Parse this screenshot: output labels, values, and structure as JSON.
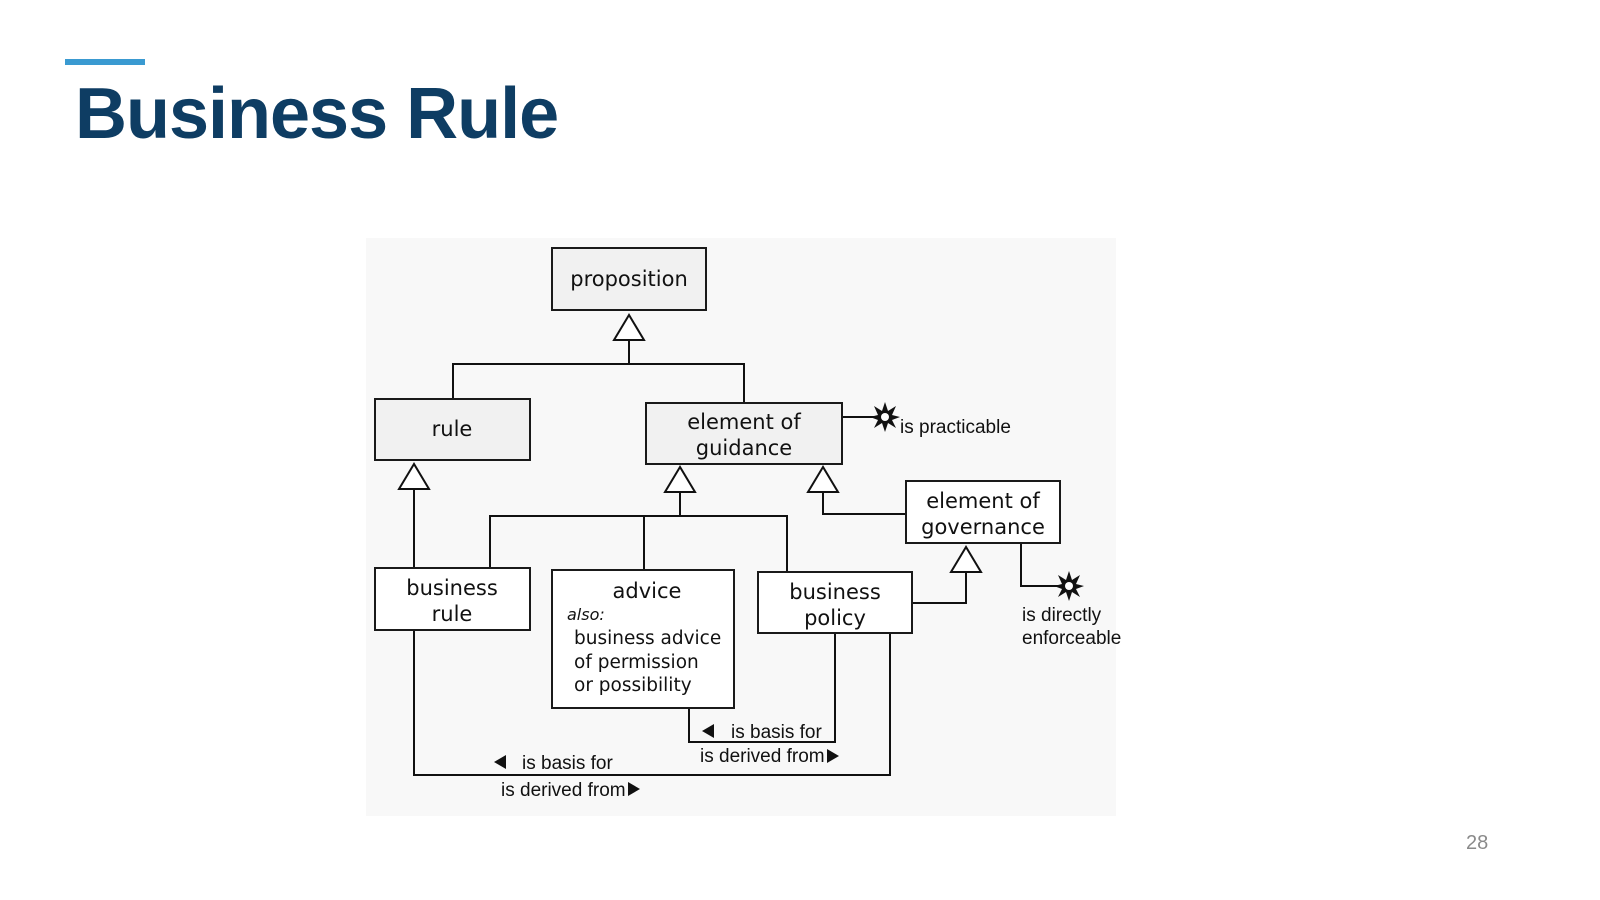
{
  "slide": {
    "title": "Business Rule",
    "page_number": "28"
  },
  "diagram": {
    "nodes": {
      "proposition": "proposition",
      "rule": "rule",
      "element_of_guidance": [
        "element of",
        "guidance"
      ],
      "element_of_governance": [
        "element of",
        "governance"
      ],
      "business_rule": [
        "business",
        "rule"
      ],
      "advice": {
        "title": "advice",
        "also_label": "also:",
        "lines": [
          "business advice",
          "of permission",
          "or possibility"
        ]
      },
      "business_policy": [
        "business",
        "policy"
      ]
    },
    "annotations": {
      "is_practicable": "is practicable",
      "is_directly_enforceable": [
        "is directly",
        "enforceable"
      ]
    },
    "relations": {
      "policy_advice_basis": "is basis for",
      "policy_advice_derived": "is derived from",
      "policy_rule_basis": "is basis for",
      "policy_rule_derived": "is derived from"
    }
  }
}
